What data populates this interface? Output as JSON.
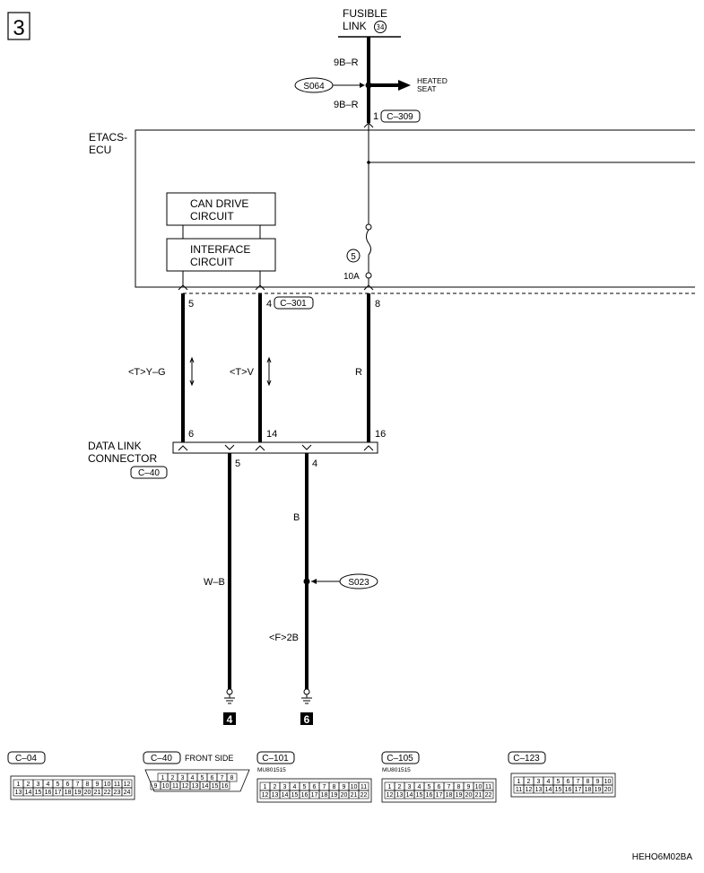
{
  "page": {
    "number": "3",
    "footer_code": "HEHO6M02BA"
  },
  "fusible_link": {
    "line1": "FUSIBLE",
    "line2": "LINK",
    "number": "34"
  },
  "power_wires": {
    "top_label": "9B–R",
    "bottom_label": "9B–R",
    "splice": "S064",
    "branch_line1": "HEATED",
    "branch_line2": "SEAT",
    "pin": "1",
    "connector": "C–309"
  },
  "ecu": {
    "line1": "ETACS-",
    "line2": "ECU",
    "can_circuit_line1": "CAN DRIVE",
    "can_circuit_line2": "CIRCUIT",
    "interface_line1": "INTERFACE",
    "interface_line2": "CIRCUIT",
    "fuse_number": "5",
    "fuse_rating": "10A"
  },
  "ecu_pins": {
    "pin_a": "5",
    "pin_b": "4",
    "connector": "C–301",
    "pin_c": "8"
  },
  "wires": {
    "wire_a": "<T>Y–G",
    "wire_b": "<T>V",
    "wire_c": "R"
  },
  "data_link": {
    "line1": "DATA LINK",
    "line2": "CONNECTOR",
    "connector": "C–40",
    "top_pin_a": "6",
    "top_pin_b": "14",
    "top_pin_c": "16",
    "bottom_pin_a": "5",
    "bottom_pin_b": "4"
  },
  "ground_wires": {
    "wire_left": "W–B",
    "wire_right_upper": "B",
    "splice": "S023",
    "wire_right_lower": "<F>2B",
    "ground_left": "4",
    "ground_right": "6"
  },
  "connector_views": [
    {
      "code": "C–04",
      "caption": "",
      "part_no": ""
    },
    {
      "code": "C–40",
      "caption": "FRONT SIDE",
      "part_no": ""
    },
    {
      "code": "C–101",
      "caption": "",
      "part_no": "MU801515"
    },
    {
      "code": "C–105",
      "caption": "",
      "part_no": "MU801515"
    },
    {
      "code": "C–123",
      "caption": "",
      "part_no": ""
    }
  ]
}
